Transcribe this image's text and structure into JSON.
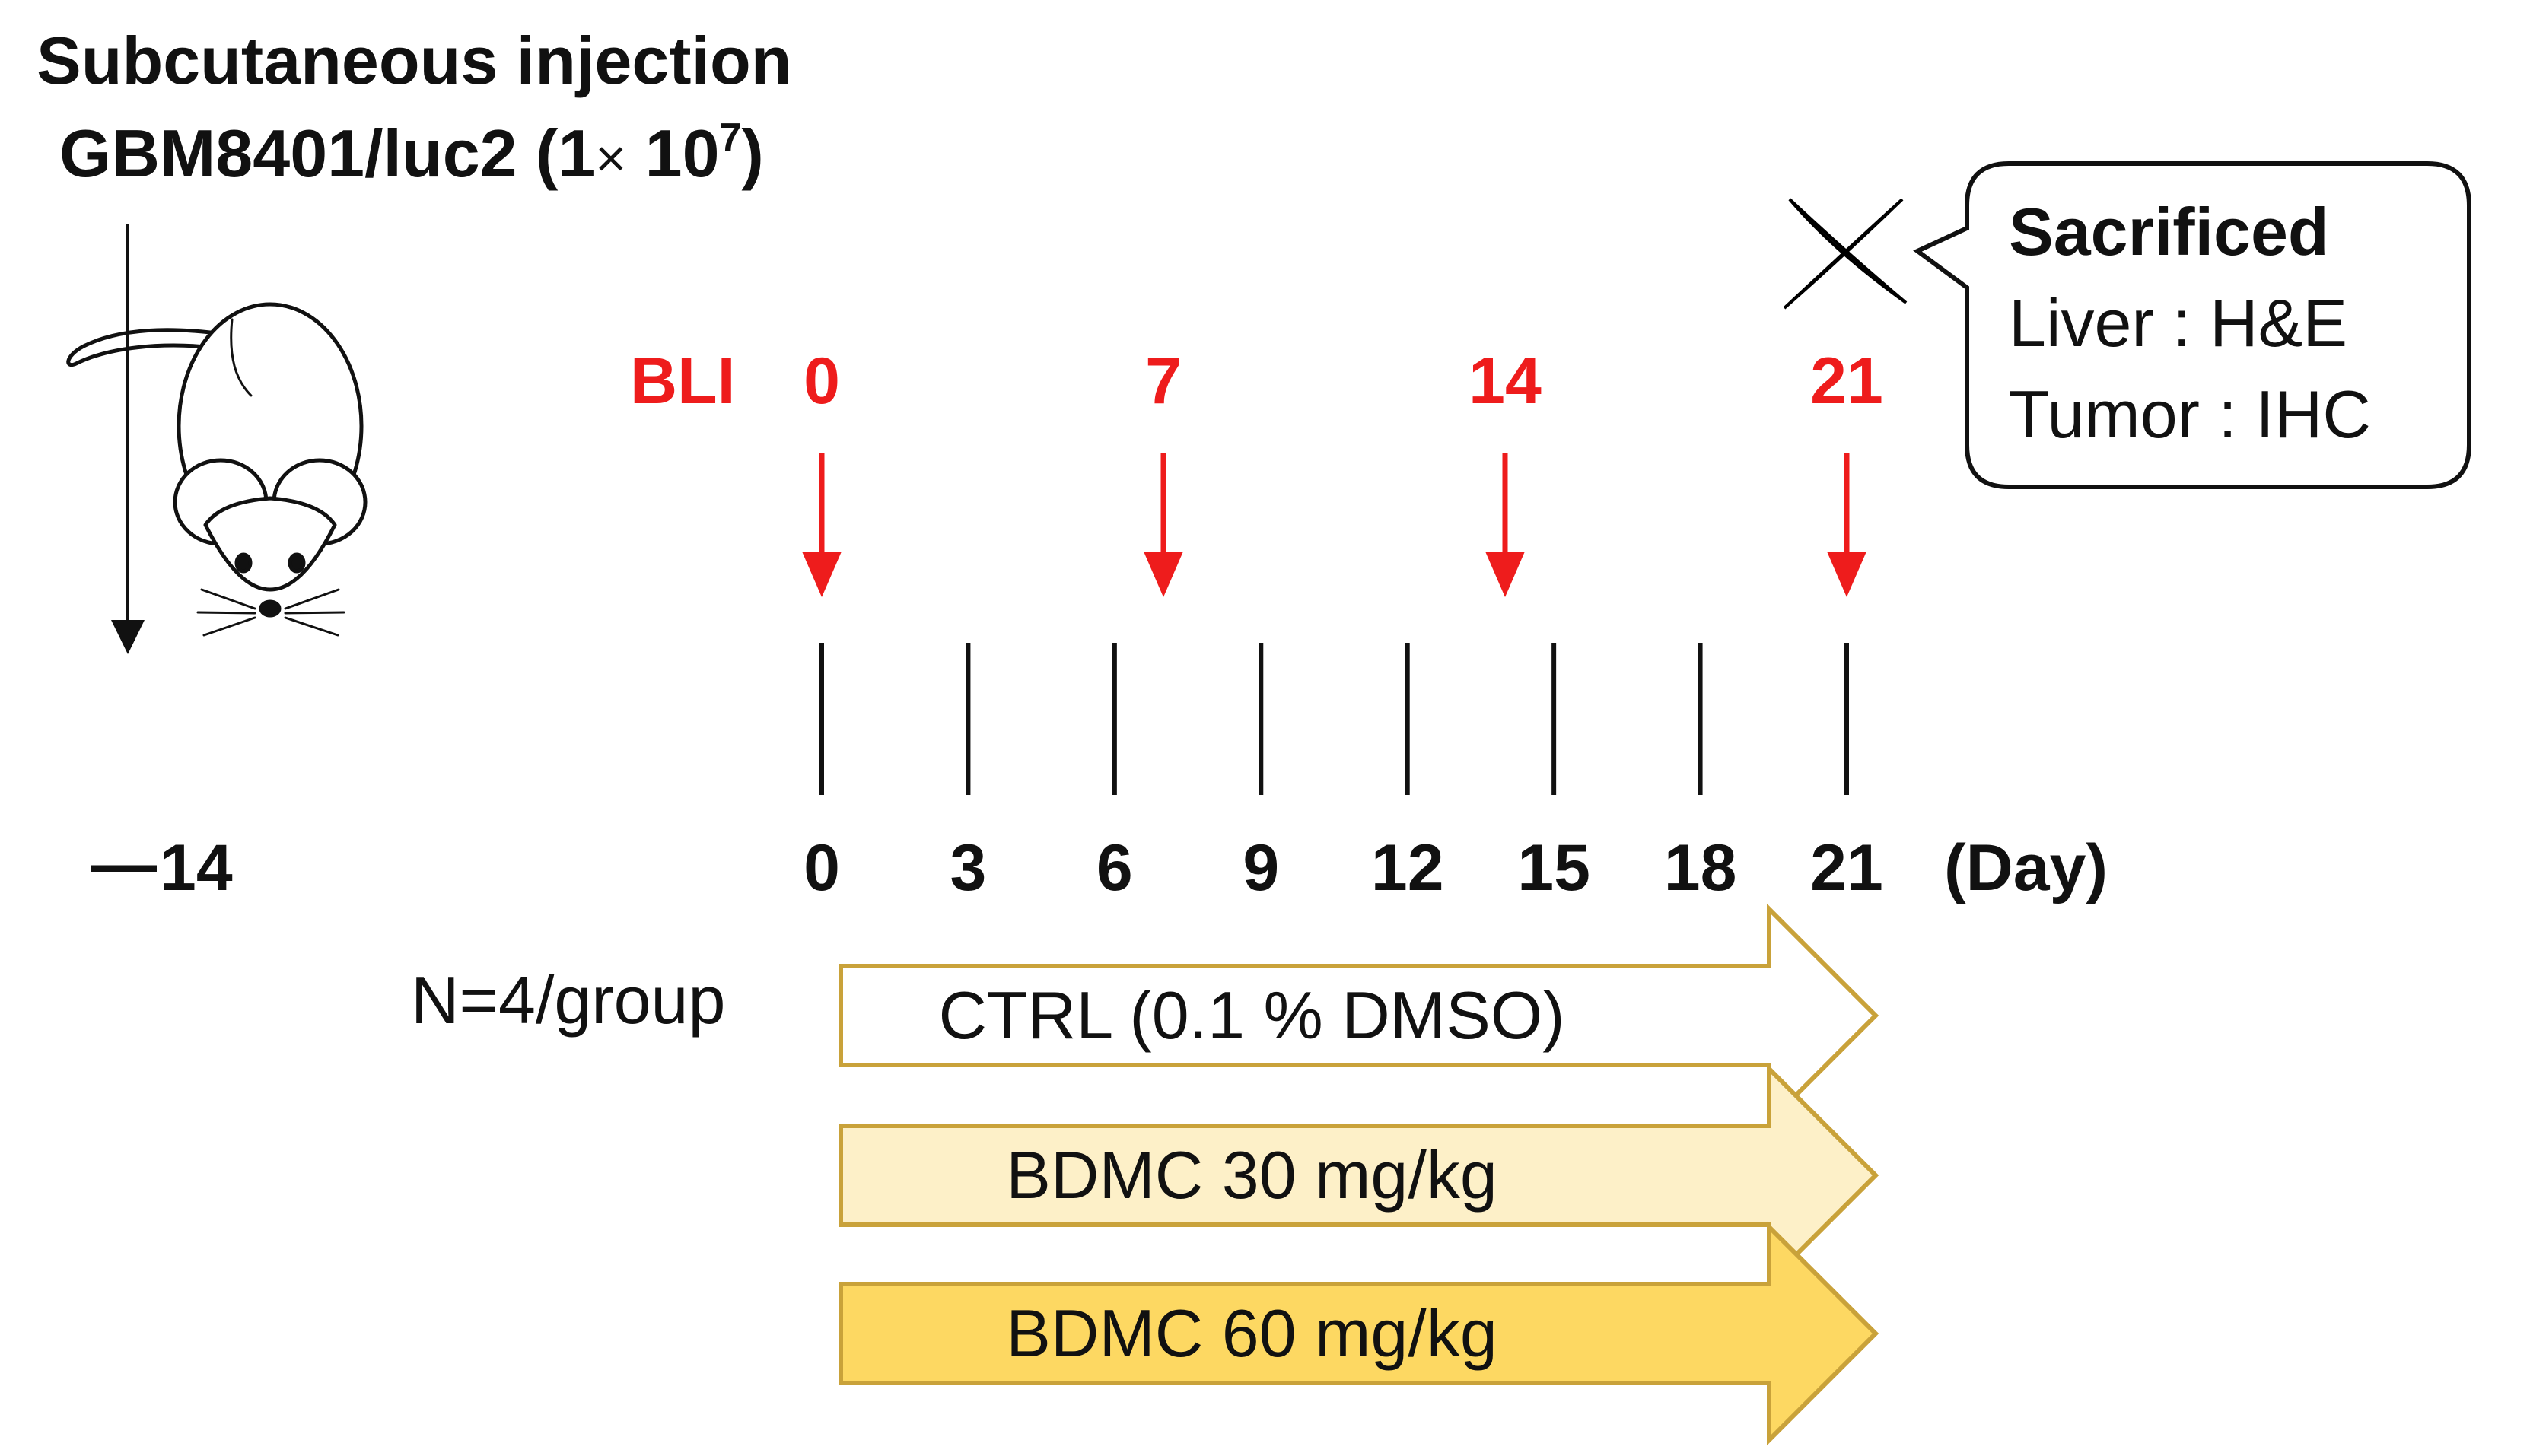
{
  "injection": {
    "line1": "Subcutaneous injection",
    "line2_main": "GBM8401/luc2 (1",
    "line2_times": "×",
    "line2_ten": " 10",
    "line2_exp": "7",
    "line2_close": ")"
  },
  "bli": {
    "label": "BLI",
    "days": [
      "0",
      "7",
      "14",
      "21"
    ]
  },
  "sacrificed": {
    "title": "Sacrificed",
    "line1": "Liver : H&E",
    "line2": "Tumor : IHC"
  },
  "timeline": {
    "start_label": "14",
    "start_dash": "—",
    "ticks": [
      "0",
      "3",
      "6",
      "9",
      "12",
      "15",
      "18",
      "21"
    ],
    "unit": "(Day)"
  },
  "groups": {
    "n_label": "N=4/group",
    "items": [
      {
        "label": "CTRL (0.1 % DMSO)",
        "fill": "#ffffff"
      },
      {
        "label": "BDMC 30 mg/kg",
        "fill": "#fdf0c8"
      },
      {
        "label": "BDMC 60 mg/kg",
        "fill": "#fdd862"
      }
    ],
    "stroke": "#c9a23a"
  },
  "colors": {
    "accent_red": "#ee1c1c",
    "axis": "#111111"
  }
}
